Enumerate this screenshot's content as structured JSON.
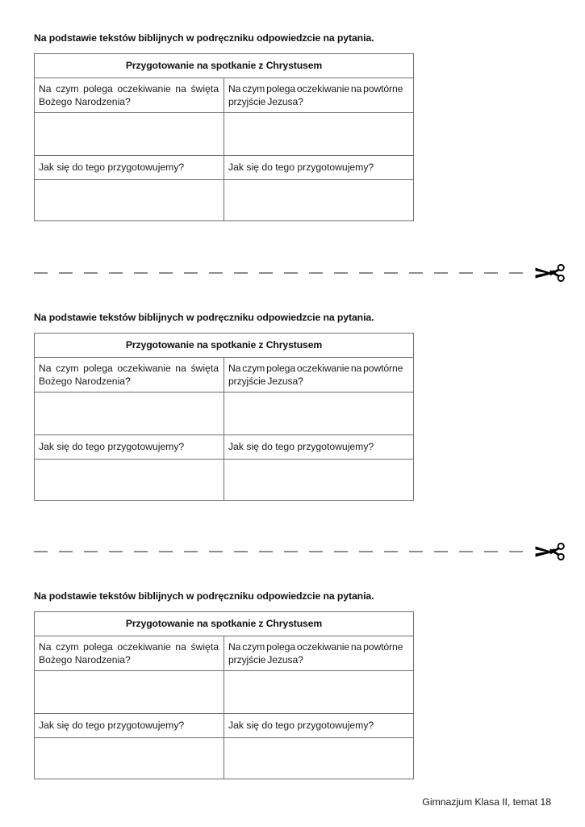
{
  "page": {
    "language": "pl",
    "background_color": "#ffffff",
    "text_color": "#1a1a1a",
    "border_color": "#4a4a4a",
    "inner_border_color": "#6e6e6e",
    "cutline_color": "#8d8d8d"
  },
  "blocks": [
    {
      "heading": "Na podstawie tekstów biblijnych w podręczniku odpowiedzcie na pytania.",
      "table": {
        "title": "Przygotowanie na spotkanie z Chrystusem",
        "rows": [
          {
            "type": "question",
            "left": "Na czym polega oczekiwanie na święta Bożego Narodzenia?",
            "right": "Na czym polega oczekiwanie na powtórne przyjście Jezusa?"
          },
          {
            "type": "answer",
            "left": "",
            "right": ""
          },
          {
            "type": "question",
            "left": "Jak się do tego przygotowujemy?",
            "right": "Jak się do tego przygotowujemy?"
          },
          {
            "type": "answer",
            "left": "",
            "right": ""
          }
        ]
      }
    },
    {
      "heading": "Na podstawie tekstów biblijnych w podręczniku odpowiedzcie na pytania.",
      "table": {
        "title": "Przygotowanie na spotkanie z Chrystusem",
        "rows": [
          {
            "type": "question",
            "left": "Na czym polega oczekiwanie na święta Bożego Narodzenia?",
            "right": "Na czym polega oczekiwanie na powtórne przyjście Jezusa?"
          },
          {
            "type": "answer",
            "left": "",
            "right": ""
          },
          {
            "type": "question",
            "left": "Jak się do tego przygotowujemy?",
            "right": "Jak się do tego przygotowujemy?"
          },
          {
            "type": "answer",
            "left": "",
            "right": ""
          }
        ]
      }
    },
    {
      "heading": "Na podstawie tekstów biblijnych w podręczniku odpowiedzcie na pytania.",
      "table": {
        "title": "Przygotowanie na spotkanie z Chrystusem",
        "rows": [
          {
            "type": "question",
            "left": "Na czym polega oczekiwanie na święta Bożego Narodzenia?",
            "right": "Na czym polega oczekiwanie na powtórne przyjście Jezusa?"
          },
          {
            "type": "answer",
            "left": "",
            "right": ""
          },
          {
            "type": "question",
            "left": "Jak się do tego przygotowujemy?",
            "right": "Jak się do tego przygotowujemy?"
          },
          {
            "type": "answer",
            "left": "",
            "right": ""
          }
        ]
      }
    }
  ],
  "cutlines": [
    {
      "icon": "scissors-icon"
    },
    {
      "icon": "scissors-icon"
    }
  ],
  "footer": {
    "text": "Gimnazjum Klasa II, temat 18"
  }
}
